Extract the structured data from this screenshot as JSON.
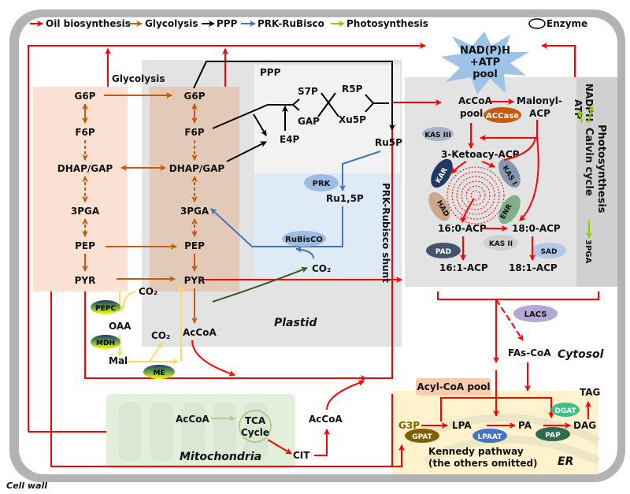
{
  "legend": [
    {
      "label": "Oil biosynthesis",
      "color": "#ff0000"
    },
    {
      "label": "Glycolysis",
      "color": "#c55a11"
    },
    {
      "label": "PPP",
      "color": "#000000"
    },
    {
      "label": "PRK-RuBisco",
      "color": "#4472c4"
    },
    {
      "label": "Photosynthesis",
      "color": "#8fce00"
    },
    {
      "label": "Enzyme",
      "color": "#000000"
    }
  ],
  "compartments": {
    "cell_wall": "Cell wall",
    "plastid": "Plastid",
    "cytosol": "Cytosol",
    "mitochondria": "Mitochondria",
    "er": "ER",
    "ppp": "PPP",
    "prk_shunt": "PRK-Rubisco shunt",
    "glycolysis": "Glycolysis",
    "photosynthesis": "Photosynthesis",
    "calvin": "Calvin cycle"
  },
  "pool": {
    "line1": "NAD(P)H",
    "line2": "+ATP",
    "line3": "pool"
  },
  "cyto_glycolysis": [
    "G6P",
    "F6P",
    "DHAP/GAP",
    "3PGA",
    "PEP",
    "PYR"
  ],
  "plastid_glycolysis": [
    "G6P",
    "F6P",
    "DHAP/GAP",
    "3PGA",
    "PEP",
    "PYR"
  ],
  "ppp_metabolites": {
    "s7p": "S7P",
    "r5p": "R5P",
    "gap": "GAP",
    "xu5p": "Xu5P",
    "e4p": "E4P",
    "ru5p": "Ru5P"
  },
  "prk": {
    "enzyme_prk": "PRK",
    "ru15p": "Ru1,5P",
    "enzyme_rubisco": "RuBisCO",
    "co2": "CO₂"
  },
  "c4": {
    "co2a": "CO₂",
    "pepc": "PEPC",
    "oaa": "OAA",
    "mdh": "MDH",
    "co2b": "CO₂",
    "mal": "Mal",
    "me": "ME",
    "accoa": "AcCoA"
  },
  "fas": {
    "accoa_pool_1": "AcCoA",
    "accoa_pool_2": "pool",
    "accase": "ACCase",
    "malonyl_1": "Malonyl-",
    "malonyl_2": "ACP",
    "kas3": "KAS III",
    "ketoacyl": "3-Ketoacy-ACP",
    "kar": "KAR",
    "kas1": "KAS I",
    "had": "HAD",
    "enr": "ENR",
    "c160": "16:0-ACP",
    "c180": "18:0-ACP",
    "kas2": "KAS II",
    "pad": "PAD",
    "sad": "SAD",
    "c161": "16:1-ACP",
    "c181": "18:1-ACP"
  },
  "photo": {
    "nadph": "NADPH",
    "atp": "ATP",
    "pga": "3PGA"
  },
  "cytosol": {
    "lacs": "LACS",
    "fascoa": "FAs-CoA",
    "acyl_pool": "Acyl-CoA pool"
  },
  "mito": {
    "accoa": "AcCoA",
    "tca_1": "TCA",
    "tca_2": "Cycle",
    "cit": "CIT",
    "accoa_out": "AcCoA"
  },
  "er": {
    "g3p": "G3P",
    "lpa": "LPA",
    "pa": "PA",
    "dag": "DAG",
    "tag": "TAG",
    "gpat": "GPAT",
    "lpaat": "LPAAT",
    "pap": "PAP",
    "dgat": "DGAT",
    "kennedy_1": "Kennedy pathway",
    "kennedy_2": "(the others omitted)"
  }
}
